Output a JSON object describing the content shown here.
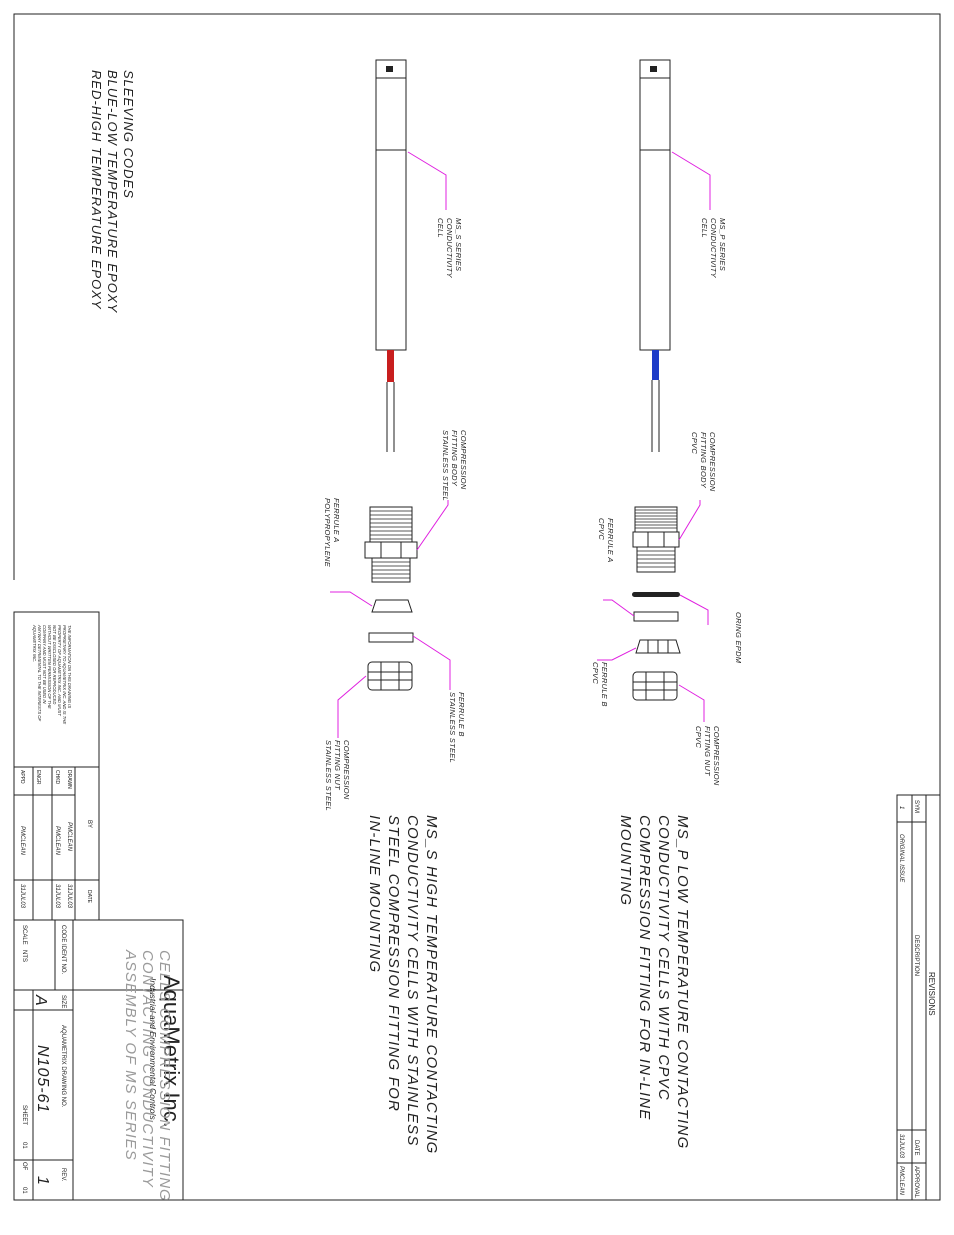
{
  "notes": {
    "sleeving_codes": [
      "SLEEVING CODES",
      "BLUE-LOW TEMPERATURE EPOXY",
      "RED-HIGH TEMPERATURE EPOXY"
    ]
  },
  "ms_p": {
    "cell_label": [
      "MS_P SERIES",
      "CONDUCTIVITY",
      "CELL"
    ],
    "fitting_body": [
      "COMPRESSION",
      "FITTING BODY",
      "CPVC"
    ],
    "ferrule_a": [
      "FERRULE A",
      "CPVC"
    ],
    "oring": "ORING EPDM",
    "ferrule_b": [
      "FERRULE B",
      "CPVC"
    ],
    "fitting_nut": [
      "COMPRESSION",
      "FITTING NUT",
      "CPVC"
    ],
    "description": [
      "MS_P LOW TEMPERATURE CONTACTING",
      "CONDUCTIVITY CELLS WITH CPVC",
      "COMPRESSION FITTING FOR IN-LINE",
      "MOUNTING"
    ]
  },
  "ms_s": {
    "cell_label": [
      "MS_S SERIES",
      "CONDUCTIVITY",
      "CELL"
    ],
    "fitting_body": [
      "COMPRESSION",
      "FITTING BODY",
      "STAINLESS STEEL"
    ],
    "ferrule_a": [
      "FERRULE A",
      "POLYPROPYLENE"
    ],
    "ferrule_b": [
      "FERRULE B",
      "STAINLESS STEEL"
    ],
    "fitting_nut": [
      "COMPRESSION",
      "FITTING NUT",
      "STAINLESS STEEL"
    ],
    "description": [
      "MS_S HIGH TEMPERATURE CONTACTING",
      "CONDUCTIVITY CELLS WITH STAINLESS",
      "STEEL COMPRESSION FITTING FOR",
      "IN-LINE MOUNTING"
    ]
  },
  "revisions": {
    "title": "REVISIONS",
    "headers": {
      "sym": "SYM",
      "description": "DESCRIPTION",
      "date": "DATE",
      "approval": "APPROVAL"
    },
    "rows": [
      {
        "sym": "1",
        "description": "ORIGINAL ISSUE",
        "date": "31JUL03",
        "approval": "PMCLEAN"
      }
    ]
  },
  "proprietary": [
    "THE INFORMATION ON THIS DRAWING IS",
    "PROPRIETARY TO AQUAMETRIX INC. AND IS THE",
    "PROPERTY OF AQUAMETRIX INC. AND MUST",
    "NOT BE DISCLOSED OR REPRODUCED",
    "WITHOUT WRITTEN PERMISSION OF THE",
    "COMPANY AND MUST NOT BE USED IN",
    "ANYWAY DETRIMENTAL TO THE INTERESTS OF",
    "AQUAMETRIX INC."
  ],
  "signoff": {
    "by_header": "BY",
    "date_header": "DATE",
    "rows": [
      {
        "role": "DRAWN",
        "by": "PMCLEAN",
        "date": "31JUL03"
      },
      {
        "role": "CHKD",
        "by": "PMCLEAN",
        "date": "31JUL03"
      },
      {
        "role": "ENGR",
        "by": "",
        "date": ""
      },
      {
        "role": "APPD",
        "by": "PMCLEAN",
        "date": "31JUL03"
      }
    ]
  },
  "title_block": {
    "company": "AquaMetrix Inc.",
    "tagline": "Industrial and Environmental Controls",
    "title": [
      "ASSEMBLY OF MS SERIES",
      "CONTACTING CONDUCTIVITY",
      "CELLS COMPRESSION FITTING"
    ],
    "code_ident_label": "CODE IDENT NO.",
    "size_label": "SIZE",
    "size": "A",
    "drawing_no_label": "AQUAMETRIX DRAWING NO.",
    "drawing_no": "N105-61",
    "rev_label": "REV.",
    "rev": "1",
    "scale_label": "SCALE",
    "scale": "NTS",
    "sheet_label": "SHEET",
    "sheet": "01",
    "of_label": "OF",
    "of": "01"
  },
  "colors": {
    "leader": "#e020e0",
    "low_temp_sleeve": "#1e3cc8",
    "high_temp_sleeve": "#c81e1e"
  }
}
